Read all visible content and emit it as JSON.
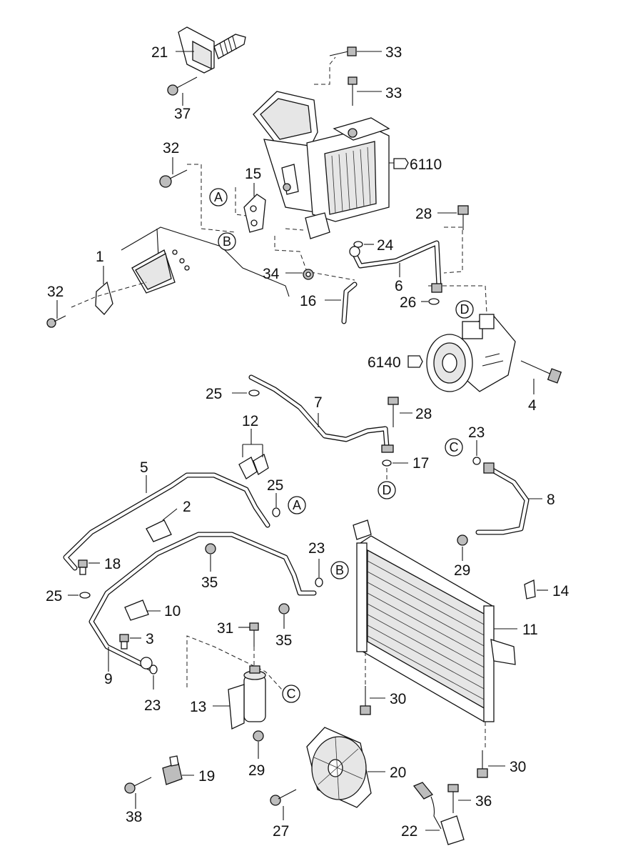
{
  "callouts": {
    "c21": "21",
    "c33a": "33",
    "c33b": "33",
    "c37": "37",
    "c32a": "32",
    "c15": "15",
    "c6110": "6110",
    "c28a": "28",
    "c24": "24",
    "c1": "1",
    "c34": "34",
    "c6": "6",
    "c32b": "32",
    "c16": "16",
    "c26": "26",
    "c6140": "6140",
    "c4": "4",
    "c25a": "25",
    "c7": "7",
    "c28b": "28",
    "c12": "12",
    "c23a": "23",
    "c17": "17",
    "c5": "5",
    "c25b": "25",
    "c8": "8",
    "c2": "2",
    "c18": "18",
    "c23b": "23",
    "c29a": "29",
    "c35a": "35",
    "c14": "14",
    "c25c": "25",
    "c10": "10",
    "c11": "11",
    "c31": "31",
    "c35b": "35",
    "c3": "3",
    "c9": "9",
    "c23c": "23",
    "c13": "13",
    "c30a": "30",
    "c29b": "29",
    "c30b": "30",
    "c20": "20",
    "c19": "19",
    "c36": "36",
    "c38": "38",
    "c27": "27",
    "c22": "22"
  },
  "connection_markers": {
    "A_top": "A",
    "B_top": "B",
    "D_top": "D",
    "C_right": "C",
    "D_mid": "D",
    "A_mid": "A",
    "B_mid": "B",
    "C_low": "C"
  },
  "icons": {
    "evaporator": "evaporator-unit-icon",
    "compressor": "compressor-icon",
    "condenser": "condenser-icon",
    "receiver_drier": "receiver-drier-icon",
    "fan_motor": "fan-motor-icon",
    "relay": "relay-icon",
    "pressure_switch": "pressure-switch-icon"
  },
  "colors": {
    "line": "#111111",
    "background": "#ffffff"
  }
}
